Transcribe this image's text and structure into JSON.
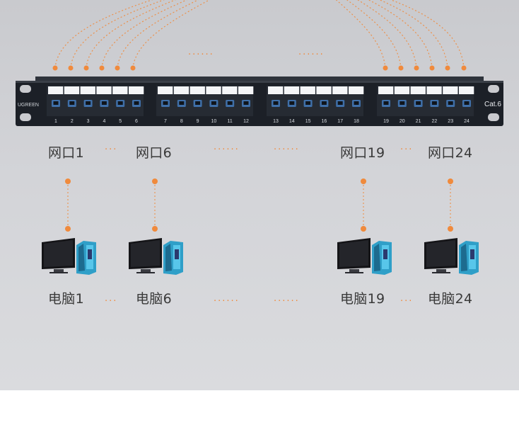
{
  "panel": {
    "brand": "UGREEN",
    "category": "Cat.6",
    "port_numbers": [
      "1",
      "2",
      "3",
      "4",
      "5",
      "6",
      "7",
      "8",
      "9",
      "10",
      "11",
      "12",
      "13",
      "14",
      "15",
      "16",
      "17",
      "18",
      "19",
      "20",
      "21",
      "22",
      "23",
      "24"
    ]
  },
  "port_labels": [
    "网口1",
    "网口6",
    "网口19",
    "网口24"
  ],
  "computer_labels": [
    "电脑1",
    "电脑6",
    "电脑19",
    "电脑24"
  ],
  "ellipsis": {
    "short": "···",
    "long": "······"
  },
  "colors": {
    "accent": "#f08a3c",
    "panel": "#1c2027",
    "background": "#d3d4d8"
  }
}
